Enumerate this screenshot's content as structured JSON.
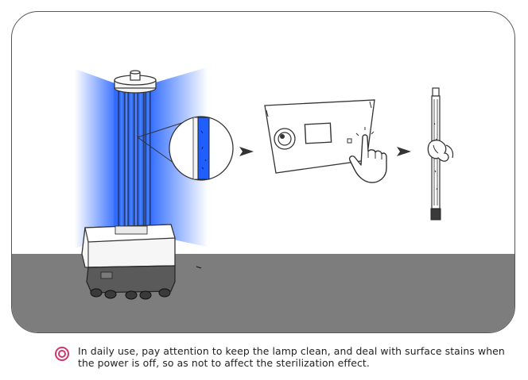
{
  "illustration": {
    "steps": [
      {
        "id": "uv-robot",
        "icon": "uv-disinfection-robot-icon"
      },
      {
        "id": "control-panel",
        "icon": "control-panel-hand-press-icon"
      },
      {
        "id": "lamp-cleaning",
        "icon": "uv-lamp-wipe-cloth-icon"
      }
    ],
    "arrow_icon": "right-arrow-icon",
    "colors": {
      "uv_light": "#1f5fff",
      "floor": "#7d7d7d",
      "outline": "#333333",
      "note_icon": "#d1366b"
    }
  },
  "note": {
    "icon": "double-circle-bullet-icon",
    "text": "In daily use, pay attention to keep the lamp clean, and deal with surface stains when the power is off, so as not to affect the sterilization effect."
  }
}
